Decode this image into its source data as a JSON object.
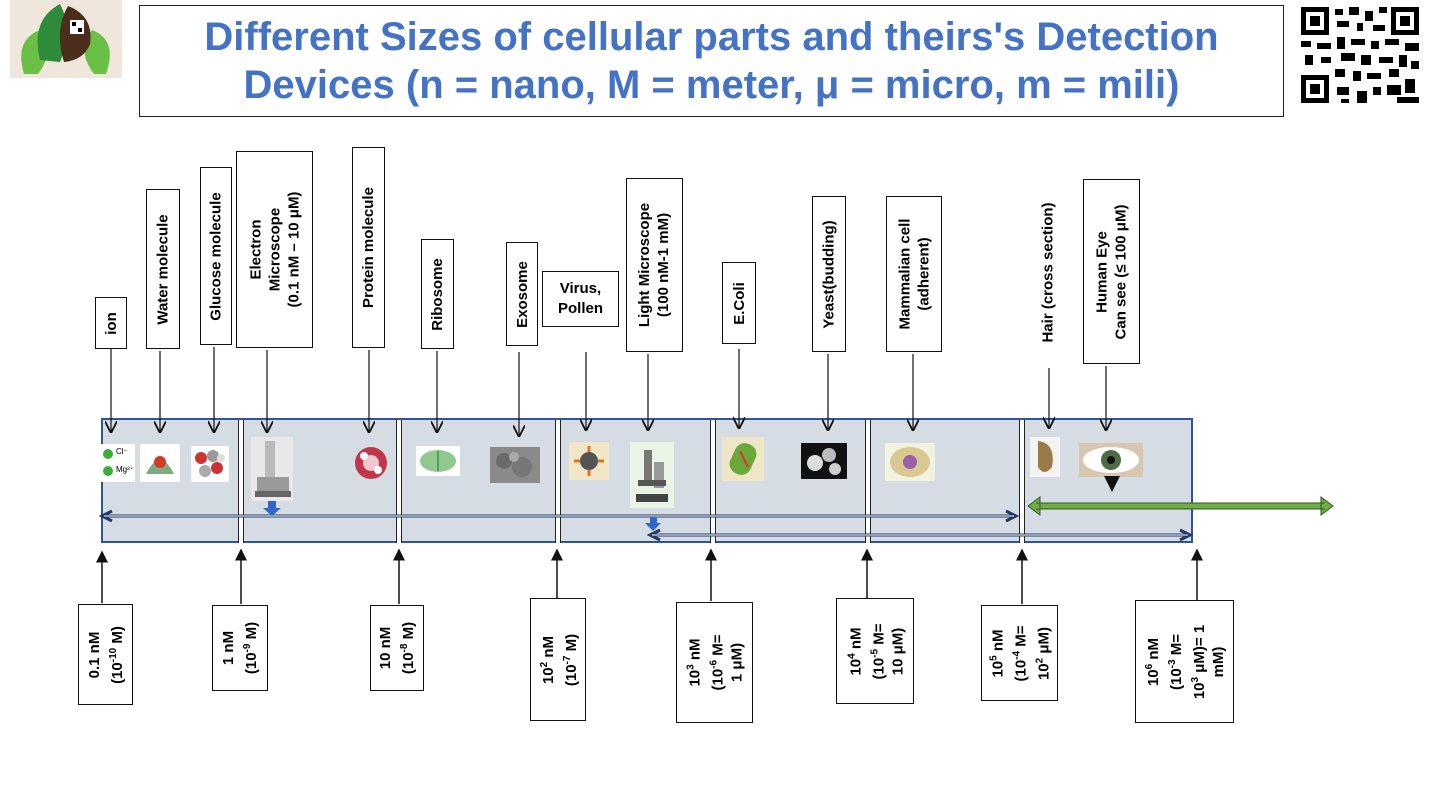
{
  "title": {
    "line1": "Different Sizes of cellular parts and theirs's Detection",
    "line2": "Devices (n = nano, M = meter, μ = micro, m = mili)"
  },
  "labels": {
    "ion": "ion",
    "water": "Water molecule",
    "glucose": "Glucose molecule",
    "electron_1": "Electron",
    "electron_2": "Microscope",
    "electron_3": "(0.1 nM – 10 μM)",
    "protein": "Protein molecule",
    "ribosome": "Ribosome",
    "exosome": "Exosome",
    "virus_1": "Virus,",
    "virus_2": "Pollen",
    "light_1": "Light Microscope",
    "light_2": "(100 nM-1 mM)",
    "ecoli": "E.Coli",
    "yeast": "Yeast(budding)",
    "mammalian_1": "Mammalian cell",
    "mammalian_2": "(adherent)",
    "hair": "Hair (cross section)",
    "eye_1": "Human Eye",
    "eye_2": "Can see (≤ 100 μM)"
  },
  "ion_labels": {
    "cl": "Cl⁻",
    "mg": "Mg²⁺"
  },
  "scale": {
    "s1": {
      "a": "0.1 nM",
      "b_pre": "(10",
      "b_exp": "-10",
      "b_post": " M)"
    },
    "s2": {
      "a": "1 nM",
      "b_pre": "(10",
      "b_exp": "-9",
      "b_post": " M)"
    },
    "s3": {
      "a": "10 nM",
      "b_pre": "(10",
      "b_exp": "-8",
      "b_post": " M)"
    },
    "s4": {
      "a_pre": "10",
      "a_exp": "2",
      "a_post": " nM",
      "b_pre": "(10",
      "b_exp": "-7",
      "b_post": " M)"
    },
    "s5": {
      "a_pre": "10",
      "a_exp": "3",
      "a_post": " nM",
      "b_pre": "(10",
      "b_exp": "-6",
      "b_post": " M=",
      "c": "1 μM)"
    },
    "s6": {
      "a_pre": "10",
      "a_exp": "4",
      "a_post": " nM",
      "b_pre": "(10",
      "b_exp": "-5",
      "b_post": " M=",
      "c": "10 μM)"
    },
    "s7": {
      "a_pre": "10",
      "a_exp": "5",
      "a_post": " nM",
      "b_pre": "(10",
      "b_exp": "-4",
      "b_post": " M=",
      "c_pre": "10",
      "c_exp": "2",
      "c_post": " μM)"
    },
    "s8": {
      "a_pre": "10",
      "a_exp": "6",
      "a_post": " nM",
      "b_pre": "(10",
      "b_exp": "-3",
      "b_post": " M=",
      "c_pre": "10",
      "c_exp": "3",
      "c_post": " μM)= 1",
      "d": "mM)"
    }
  },
  "colors": {
    "title": "#4472c4",
    "band": "#d6dce4",
    "band_border": "#2f5597",
    "eye_range": "#70ad47",
    "arrow_blue": "#2f5597"
  }
}
